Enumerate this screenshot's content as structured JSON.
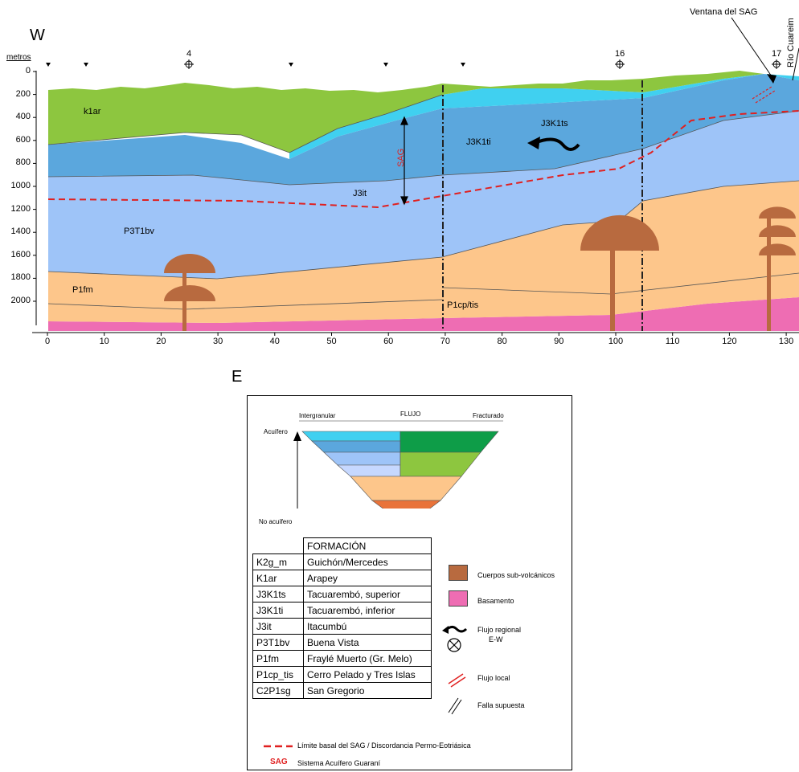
{
  "section": {
    "west_label": "W",
    "east_label": "E",
    "depth_unit": "metros",
    "depth_ticks": [
      "0",
      "200",
      "400",
      "600",
      "800",
      "1000",
      "1200",
      "1400",
      "1600",
      "1800",
      "2000"
    ],
    "distance_ticks": [
      "0",
      "10",
      "20",
      "30",
      "40",
      "50",
      "60",
      "70",
      "80",
      "90",
      "100",
      "110",
      "120",
      "130"
    ],
    "wells": [
      "4",
      "16",
      "17"
    ],
    "top_annotations": {
      "window": "Ventana del SAG",
      "river": "Río Cuareim"
    },
    "unit_labels": {
      "k1ar": "k1ar",
      "j3k1ts": "J3K1ts",
      "j3k1ti": "J3K1ti",
      "j3it": "J3it",
      "p3t1bv": "P3T1bv",
      "p1fm": "P1fm",
      "p1cptis": "P1cp/tis",
      "sag": "SAG"
    },
    "colors": {
      "k1ar": "#8dc63f",
      "j3k1ts": "#40d0f0",
      "j3k1ti": "#5ba7dd",
      "j3it": "#9ec4f8",
      "p3t1bv": "#9ec4f8",
      "p1fm": "#fdc68b",
      "p1cptis": "#fdc68b",
      "basement": "#ee6db3",
      "subvolcanic": "#b86a3f",
      "sag_limit": "#e02020"
    }
  },
  "legend": {
    "triangle": {
      "flow_title": "FLUJO",
      "intergranular": "Intergranular",
      "fractured": "Fracturado",
      "aquifer": "Acuífero",
      "non_aquifer": "No acuífero"
    },
    "table_header": "FORMACIÓN",
    "formations": [
      {
        "code": "K2g_m",
        "name": "Guichón/Mercedes"
      },
      {
        "code": "K1ar",
        "name": "Arapey"
      },
      {
        "code": "J3K1ts",
        "name": "Tacuarembó, superior"
      },
      {
        "code": "J3K1ti",
        "name": "Tacuarembó, inferior"
      },
      {
        "code": "J3it",
        "name": "Itacumbú"
      },
      {
        "code": "P3T1bv",
        "name": "Buena Vista"
      },
      {
        "code": "P1fm",
        "name": "Fraylé Muerto (Gr. Melo)"
      },
      {
        "code": "P1cp_tis",
        "name": "Cerro Pelado y Tres Islas"
      },
      {
        "code": "C2P1sg",
        "name": "San Gregorio"
      }
    ],
    "symbols": {
      "subvolcanic": "Cuerpos sub-volcánicos",
      "basement": "Basamento",
      "regional_flow": "Flujo regional",
      "regional_flow_dir": "E-W",
      "local_flow": "Flujo local",
      "fault": "Falla supuesta"
    },
    "footer": {
      "sag_limit": "Límite basal del SAG / Discordancia Permo-Eotriásica",
      "sag_abbr": "SAG",
      "sag_name": "Sistema Acuífero Guaraní"
    }
  }
}
